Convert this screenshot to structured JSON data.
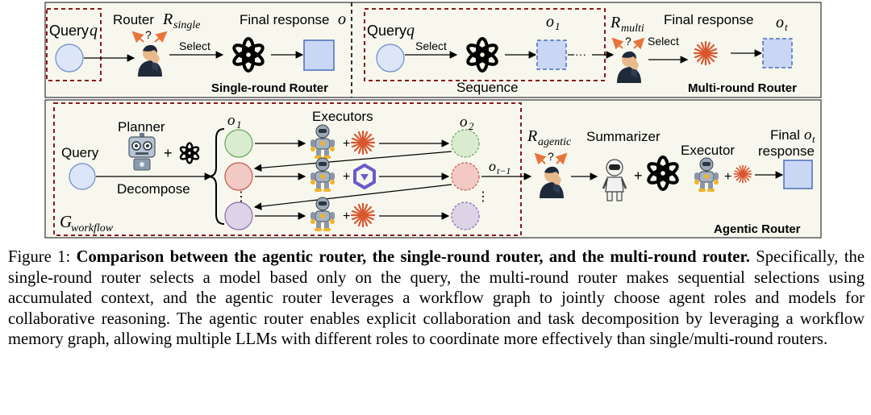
{
  "panels": {
    "single": {
      "title": "Single-round Router",
      "query_label": "Query",
      "query_var": "q",
      "router_label": "Router",
      "router_var": "R",
      "router_sub": "single",
      "select_label": "Select",
      "final_label": "Final response",
      "final_var": "o"
    },
    "multi": {
      "title": "Multi-round Router",
      "query_label": "Query",
      "query_var": "q",
      "select_label": "Select",
      "sequence_label": "Sequence",
      "o1_var": "o",
      "o1_sub": "1",
      "dots": "···",
      "router_var": "R",
      "router_sub": "multi",
      "select2_label": "Select",
      "final_label": "Final response",
      "final_var": "o",
      "final_sub": "t"
    },
    "agentic": {
      "title": "Agentic Router",
      "query_label": "Query",
      "planner_label": "Planner",
      "plus": "+",
      "decompose_label": "Decompose",
      "executors_label": "Executors",
      "o1_var": "o",
      "o1_sub": "1",
      "o2_var": "o",
      "o2_sub": "2",
      "ot1_var": "o",
      "ot1_sub": "t−1",
      "vdots": "⋮",
      "workflow_var": "G",
      "workflow_sub": "workflow",
      "router_var": "R",
      "router_sub": "agentic",
      "summarizer_label": "Summarizer",
      "executor_label": "Executor",
      "final_label_1": "Final",
      "final_label_2": "response",
      "final_var": "o",
      "final_sub": "t",
      "question_mark": "?"
    }
  },
  "colors": {
    "dashed_border": "#8b1a1a",
    "panel_bg": "#f7f7ee",
    "query_circle": "#dce6f8",
    "response_square": "#c9d7f5",
    "node_green": "#d9ecd0",
    "node_red": "#f2c9c4",
    "node_purple": "#ddd3e8",
    "starburst": "#d9572f",
    "arrow_orange": "#e8743b"
  },
  "caption": {
    "label": "Figure 1:",
    "bold": "Comparison between the agentic router, the single-round router, and the multi-round router.",
    "text": "Specifically, the single-round router selects a model based only on the query, the multi-round router makes sequential selections using accumulated context, and the agentic router leverages a workflow graph to jointly choose agent roles and models for collaborative reasoning. The agentic router enables explicit collaboration and task decomposition by leveraging a workflow memory graph, allowing multiple LLMs with different roles to coordinate more effectively than single/multi-round routers."
  }
}
